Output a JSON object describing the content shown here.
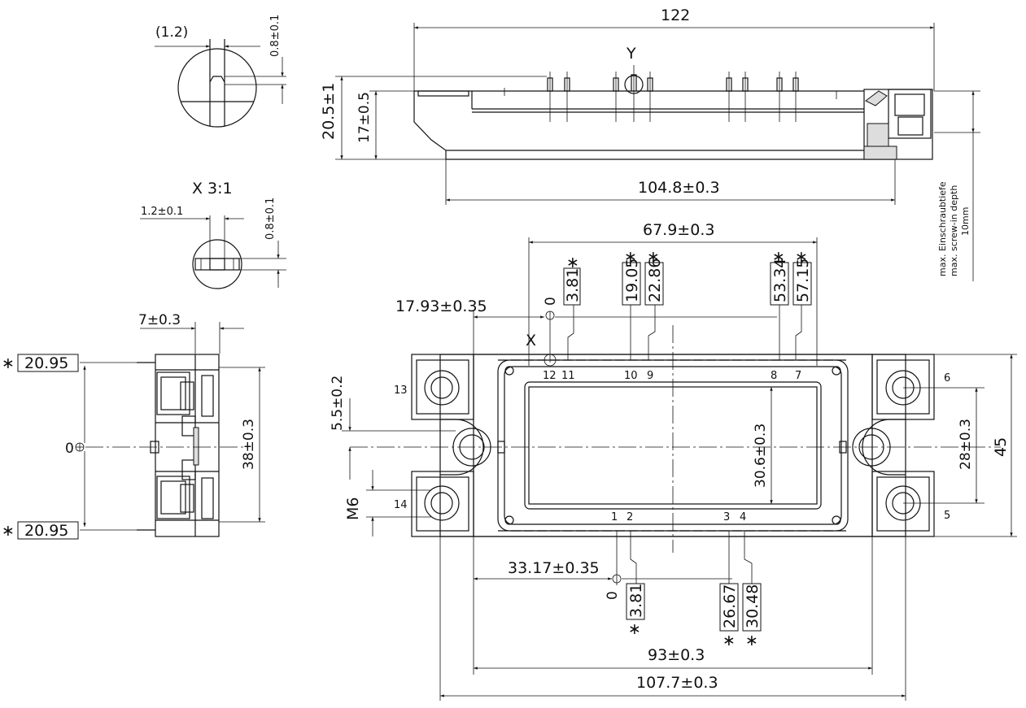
{
  "detail_views": {
    "top_detail": {
      "paren_dim": "(1.2)",
      "height_dim": "0.8±0.1"
    },
    "x_detail": {
      "title": "X 3:1",
      "width_dim": "1.2±0.1",
      "height_dim": "0.8±0.1"
    }
  },
  "side_view": {
    "width": "122",
    "y_marker": "Y",
    "height_outer": "20.5±1",
    "height_inner": "17±0.5",
    "base_length": "104.8±0.3",
    "screw_note": [
      "max. Einschraubtiefe",
      "max. screw-in depth",
      "10mm"
    ]
  },
  "end_view": {
    "width_top": "7±0.3",
    "ref_top": "20.95",
    "ref_bottom": "20.95",
    "zero": "0",
    "height": "38±0.3",
    "star": "∗"
  },
  "top_view": {
    "top_span": "67.9±0.3",
    "left_offset": "17.93±0.35",
    "origin_zero": "0",
    "x_marker": "X",
    "top_pin_boxes": [
      "3.81",
      "19.05",
      "22.86",
      "53.34",
      "57.15"
    ],
    "top_pin_numbers": [
      "12",
      "11",
      "10",
      "9",
      "8",
      "7"
    ],
    "bottom_pin_numbers": [
      "1",
      "2",
      "3",
      "4"
    ],
    "terminal_numbers": [
      "13",
      "14",
      "6",
      "5"
    ],
    "inner_height": "30.6±0.3",
    "mount_spacing": "28±0.3",
    "total_height": "45",
    "hole_offset": "5.5±0.2",
    "thread": "M6",
    "bottom_offset": "33.17±0.35",
    "bottom_zero": "0",
    "bottom_pin_boxes": [
      "3.81",
      "26.67",
      "30.48"
    ],
    "hole_span": "93±0.3",
    "total_length": "107.7±0.3",
    "star": "∗"
  }
}
